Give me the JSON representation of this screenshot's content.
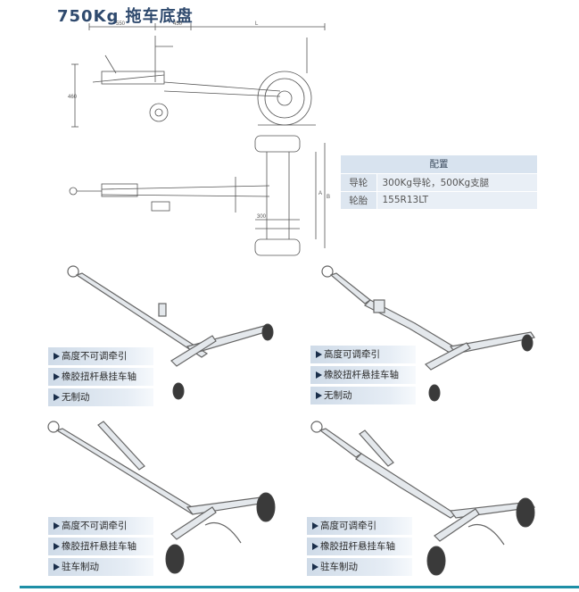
{
  "page_title": "750Kg 拖车底盘",
  "config": {
    "header": "配置",
    "rows": [
      {
        "key": "导轮",
        "value": "300Kg导轮，500Kg支腿"
      },
      {
        "key": "轮胎",
        "value": "155R13LT"
      }
    ]
  },
  "variants": [
    {
      "features": [
        "高度不可调牵引",
        "橡胶扭杆悬挂车轴",
        "无制动"
      ]
    },
    {
      "features": [
        "高度可调牵引",
        "橡胶扭杆悬挂车轴",
        "无制动"
      ]
    },
    {
      "features": [
        "高度不可调牵引",
        "橡胶扭杆悬挂车轴",
        "驻车制动"
      ]
    },
    {
      "features": [
        "高度可调牵引",
        "橡胶扭杆悬挂车轴",
        "驻车制动"
      ]
    }
  ],
  "drawing_labels": {
    "dim_550": "550",
    "dim_450": "450",
    "dim_l": "L",
    "dim_460": "460",
    "dim_300": "300",
    "dim_a": "A",
    "dim_b": "B"
  },
  "colors": {
    "title": "#2f4a6e",
    "accent_line": "#1e8fa6",
    "table_header": "#d8e3ef"
  }
}
